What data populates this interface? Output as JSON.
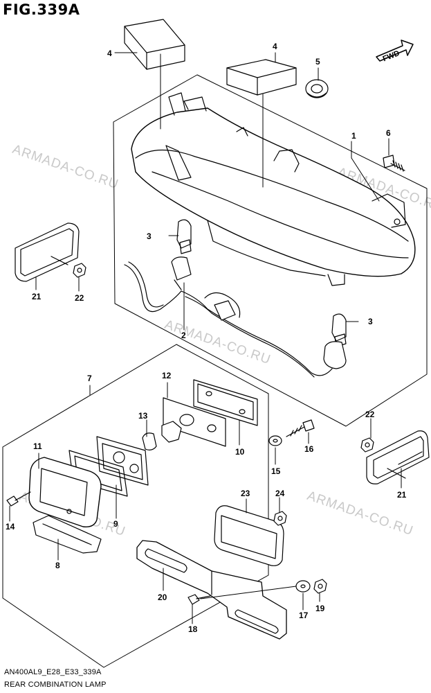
{
  "figure": {
    "title": "FIG.339A",
    "code": "AN400AL9_E28_E33_339A",
    "caption": "REAR COMBINATION LAMP",
    "fwd_label": "FWD"
  },
  "watermark": {
    "text": "ARMADA-CO.RU"
  },
  "callouts": [
    {
      "id": "c1",
      "label": "1"
    },
    {
      "id": "c2",
      "label": "2"
    },
    {
      "id": "c3a",
      "label": "3"
    },
    {
      "id": "c3b",
      "label": "3"
    },
    {
      "id": "c4a",
      "label": "4"
    },
    {
      "id": "c4b",
      "label": "4"
    },
    {
      "id": "c5",
      "label": "5"
    },
    {
      "id": "c6",
      "label": "6"
    },
    {
      "id": "c7",
      "label": "7"
    },
    {
      "id": "c8",
      "label": "8"
    },
    {
      "id": "c9",
      "label": "9"
    },
    {
      "id": "c10",
      "label": "10"
    },
    {
      "id": "c11",
      "label": "11"
    },
    {
      "id": "c12",
      "label": "12"
    },
    {
      "id": "c13",
      "label": "13"
    },
    {
      "id": "c14",
      "label": "14"
    },
    {
      "id": "c15",
      "label": "15"
    },
    {
      "id": "c16",
      "label": "16"
    },
    {
      "id": "c17",
      "label": "17"
    },
    {
      "id": "c18",
      "label": "18"
    },
    {
      "id": "c19",
      "label": "19"
    },
    {
      "id": "c20",
      "label": "20"
    },
    {
      "id": "c21a",
      "label": "21"
    },
    {
      "id": "c21b",
      "label": "21"
    },
    {
      "id": "c22a",
      "label": "22"
    },
    {
      "id": "c22b",
      "label": "22"
    },
    {
      "id": "c23",
      "label": "23"
    },
    {
      "id": "c24",
      "label": "24"
    }
  ]
}
